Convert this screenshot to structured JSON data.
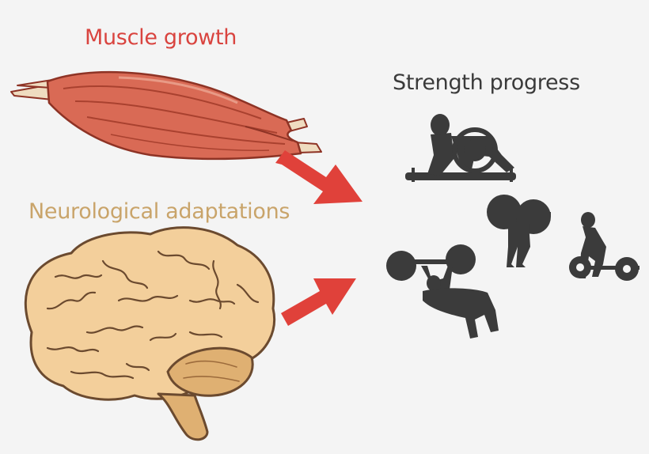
{
  "labels": {
    "muscle": "Muscle growth",
    "neuro": "Neurological adaptations",
    "strength": "Strength progress"
  },
  "colors": {
    "background": "#f4f4f4",
    "muscle_label": "#d9443f",
    "neuro_label": "#c9a46a",
    "strength_label": "#3a3a3a",
    "arrow": "#e0413a",
    "muscle_fill": "#d96a55",
    "muscle_stroke": "#8e3325",
    "tendon": "#efdcc0",
    "brain_fill": "#f3cf9b",
    "brain_stroke": "#6b4a2f",
    "brain_shade": "#dfb072",
    "silhouette": "#3b3b3b"
  },
  "icons": [
    "muscle-icon",
    "brain-icon",
    "arrow-icon",
    "sit-up-athlete-icon",
    "squat-athlete-icon",
    "deadlift-athlete-icon",
    "bench-press-athlete-icon"
  ]
}
